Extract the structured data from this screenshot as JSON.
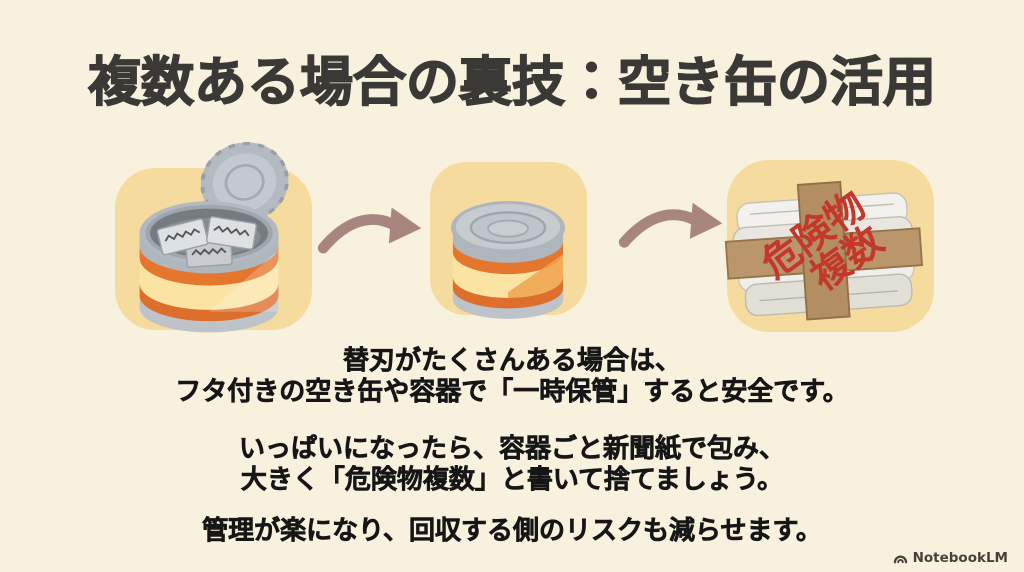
{
  "colors": {
    "background": "#F8F1DE",
    "title_text": "#3B3936",
    "body_text": "#161616",
    "card_background": "#F6DB9E",
    "arrow": "#A8857E",
    "can_orange_stripe": "#E4762E",
    "can_label_cream": "#FBE3A4",
    "can_silver": "#BDC3C9",
    "blade_silver": "#DDE1E4",
    "tape_brown": "#B28E60",
    "bundle_label_red": "#C5372B"
  },
  "header": {
    "title": "複数ある場合の裏技：空き缶の活用"
  },
  "diagram": {
    "steps": [
      {
        "name": "open-can-with-blades"
      },
      {
        "name": "closed-can"
      },
      {
        "name": "newspaper-bundle-labeled"
      }
    ],
    "bundle_label": {
      "line1": "危険物",
      "line2": "複数"
    }
  },
  "body": {
    "paragraph1": {
      "line1": "替刃がたくさんある場合は、",
      "line2": "フタ付きの空き缶や容器で「一時保管」すると安全です。"
    },
    "paragraph2": {
      "line1": "いっぱいになったら、容器ごと新聞紙で包み、",
      "line2": "大きく「危険物複数」と書いて捨てましょう。"
    },
    "paragraph3": {
      "line1": "管理が楽になり、回収する側のリスクも減らせます。"
    }
  },
  "footer": {
    "watermark": "NotebookLM"
  }
}
